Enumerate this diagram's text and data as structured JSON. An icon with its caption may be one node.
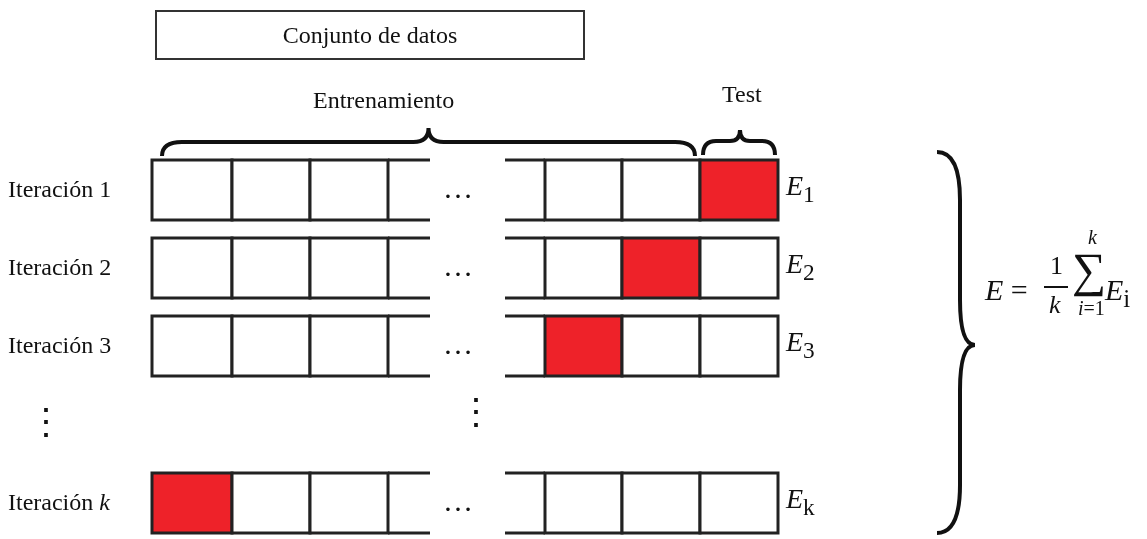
{
  "diagram": {
    "nodes": [
      {
        "text": [
          "Conjunto de datos"
        ]
      }
    ],
    "edges": [],
    "labels": [
      "Entrenamiento",
      "Test",
      "Iteración 1",
      "…",
      "*E*$_{1}$",
      "Iteración 2",
      "…",
      "*E*$_{2}$",
      "Iteración 3",
      "…",
      "*E*$_{3}$",
      "⋮",
      "⋮",
      "Iteración *k*",
      "…",
      "*E*$_{k}$",
      "*E* =",
      "1",
      "*k*",
      "*k*",
      "∑",
      "*i*=1",
      "*E*$_{i}$"
    ]
  }
}
